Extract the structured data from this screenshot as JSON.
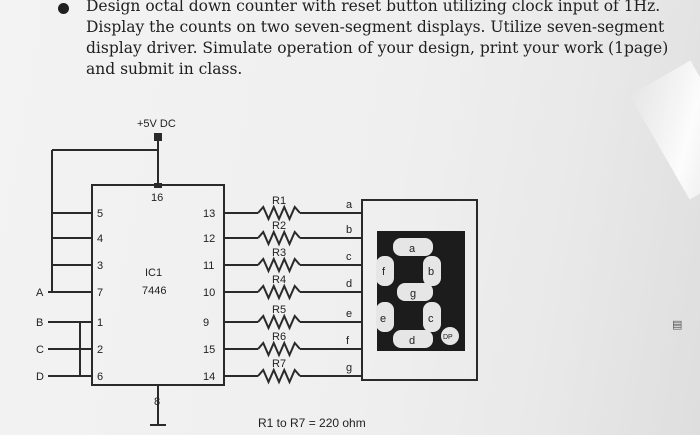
{
  "task": {
    "text": "Design octal down counter with reset button utilizing clock input of 1Hz. Display the counts on two seven-segment displays. Utilize seven-segment display driver. Simulate operation of your design, print your work (1page) and submit in class."
  },
  "diagram": {
    "supply_label": "+5V DC",
    "ic_name": "IC1",
    "ic_part": "7446",
    "pins": {
      "top": "16",
      "bottom": "8",
      "left": [
        "5",
        "4",
        "3",
        "7",
        "1",
        "2",
        "6"
      ],
      "right": [
        "13",
        "12",
        "11",
        "10",
        "9",
        "15",
        "14"
      ]
    },
    "inputs": [
      "A",
      "B",
      "C",
      "D"
    ],
    "resistors": [
      "R1",
      "R2",
      "R3",
      "R4",
      "R5",
      "R6",
      "R7"
    ],
    "segment_lines": [
      "a",
      "b",
      "c",
      "d",
      "e",
      "f",
      "g"
    ],
    "display_segments": {
      "a": "a",
      "b": "b",
      "c": "c",
      "d": "d",
      "e": "e",
      "f": "f",
      "g": "g",
      "dp": "DP"
    },
    "resistor_note": "R1 to R7 = 220 ohm",
    "colors": {
      "display_body": "#1c1c1c",
      "segment": "#e6e6e6",
      "wire": "#2a2a2a"
    }
  }
}
